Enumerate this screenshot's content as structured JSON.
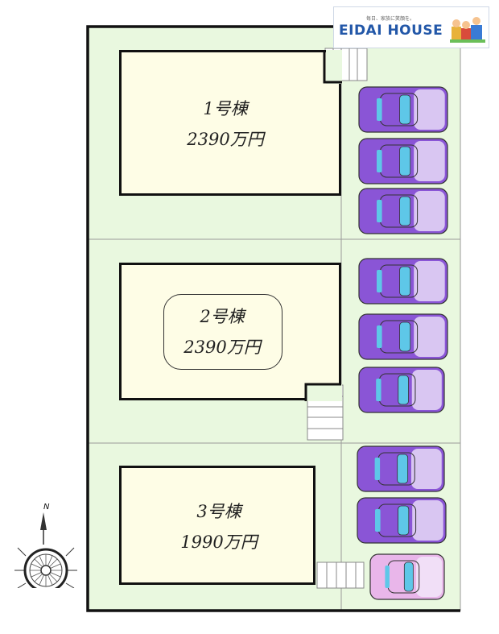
{
  "logo": {
    "brand": "EIDAI HOUSE",
    "tagline": "毎日、家族に笑顔を。"
  },
  "compass": {
    "north_label": "N"
  },
  "lots": [
    {
      "name": "1号棟",
      "price": "2390万円",
      "parking_spaces": 3
    },
    {
      "name": "2号棟",
      "price": "2390万円",
      "parking_spaces": 3
    },
    {
      "name": "3号棟",
      "price": "1990万円",
      "parking_spaces": 3
    }
  ],
  "cars": [
    {
      "lot": 1,
      "color": "#8a55d6"
    },
    {
      "lot": 1,
      "color": "#8a55d6"
    },
    {
      "lot": 1,
      "color": "#8a55d6"
    },
    {
      "lot": 2,
      "color": "#8a55d6"
    },
    {
      "lot": 2,
      "color": "#8a55d6"
    },
    {
      "lot": 2,
      "color": "#8a55d6"
    },
    {
      "lot": 3,
      "color": "#8a55d6"
    },
    {
      "lot": 3,
      "color": "#8a55d6"
    },
    {
      "lot": 3,
      "color": "#e9b6ea"
    }
  ],
  "colors": {
    "lot_fill": "#e9f8df",
    "house_fill": "#fefde6",
    "boundary": "#111111",
    "divider": "#9a9a9a",
    "brand_blue": "#2257a8"
  }
}
